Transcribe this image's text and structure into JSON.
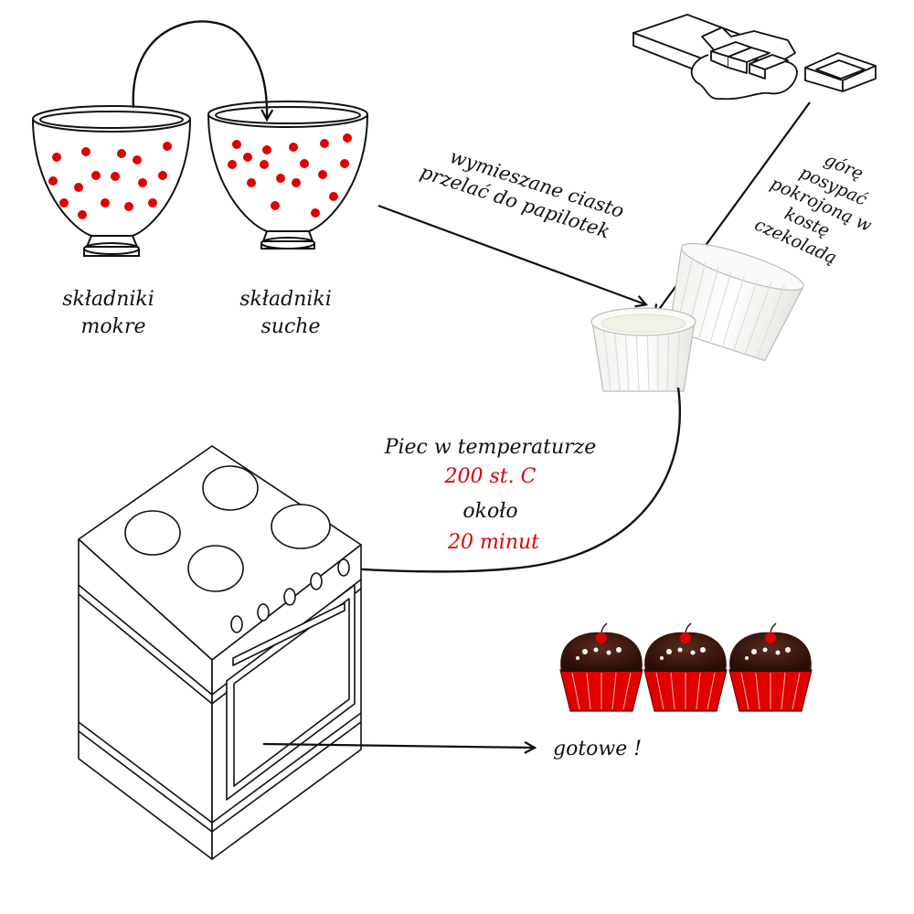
{
  "labels": {
    "wet_ingredients_line1": "składniki",
    "wet_ingredients_line2": "mokre",
    "dry_ingredients_line1": "składniki",
    "dry_ingredients_line2": "suche",
    "batter_line1": "wymieszane ciasto",
    "batter_line2": "przelać do papilotek",
    "chocolate_line1": "górę",
    "chocolate_line2": "posypać",
    "chocolate_line3": "pokrojoną w",
    "chocolate_line4": "kostę",
    "chocolate_line5": "czekoladą",
    "oven_line1": "Piec w temperaturze",
    "oven_line2": "200 st. C",
    "oven_line3": "około",
    "oven_line4": "20 minut",
    "done": "gotowe !"
  },
  "colors": {
    "ink": "#111111",
    "accent_red": "#e00000",
    "liner_white": "#ffffff",
    "chocolate": "#3a1a12"
  },
  "icons": [
    "bowl-icon",
    "chocolate-bar-icon",
    "cupcake-liner-icon",
    "stove-oven-icon",
    "cupcake-icon"
  ]
}
